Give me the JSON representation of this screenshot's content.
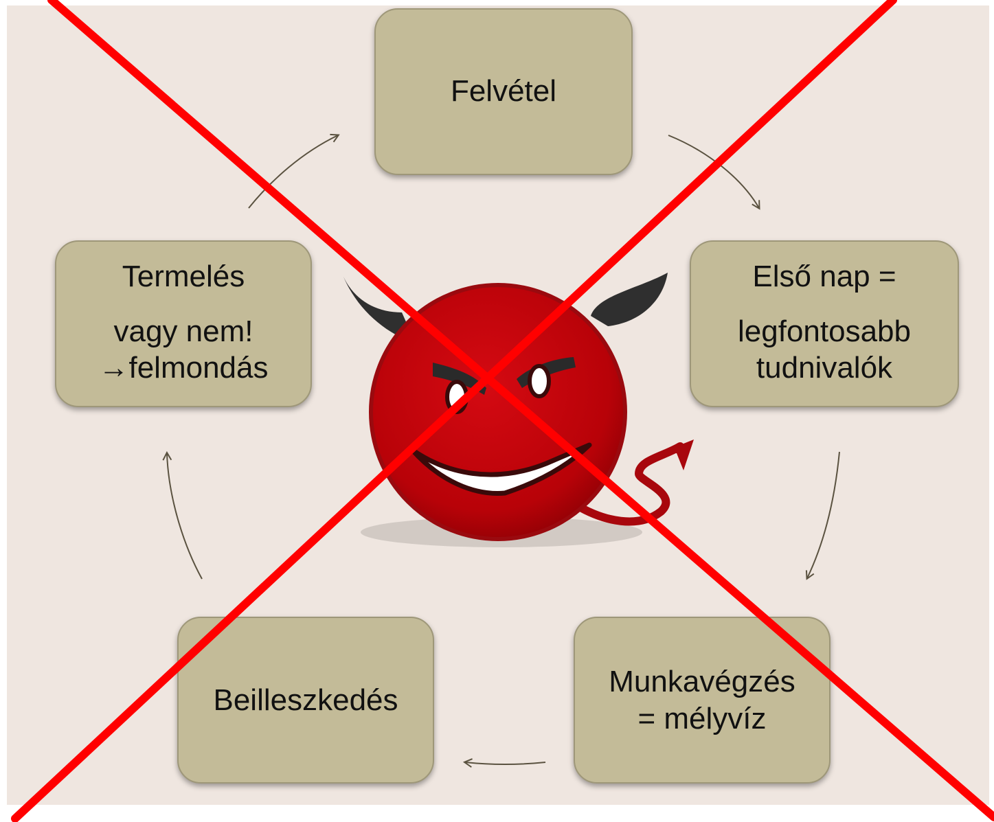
{
  "diagram": {
    "nodes": {
      "felvetel": {
        "lines": [
          "Felvétel"
        ]
      },
      "elso_nap": {
        "lines": [
          "Első nap =",
          "legfontosabb",
          "tudnivalók"
        ]
      },
      "munkavegzes": {
        "lines": [
          "Munkavégzés",
          "= mélyvíz"
        ]
      },
      "beilleszkedes": {
        "lines": [
          "Beilleszkedés"
        ]
      },
      "termeles": {
        "lines": [
          "Termelés",
          "vagy nem!",
          "→felmondás"
        ]
      }
    },
    "cycle_order": [
      "felvetel",
      "elso_nap",
      "munkavegzes",
      "beilleszkedes",
      "termeles"
    ],
    "colors": {
      "background": "#efe6e0",
      "box_fill": "#c3bb98",
      "box_border": "#9e9779",
      "arrow": "#5a5240",
      "cross": "#ff0000",
      "devil_face": "#c8060d",
      "horns": "#2f2f2f"
    },
    "center_image": "devil-emoticon-icon",
    "overlay": "red-cross-out"
  }
}
